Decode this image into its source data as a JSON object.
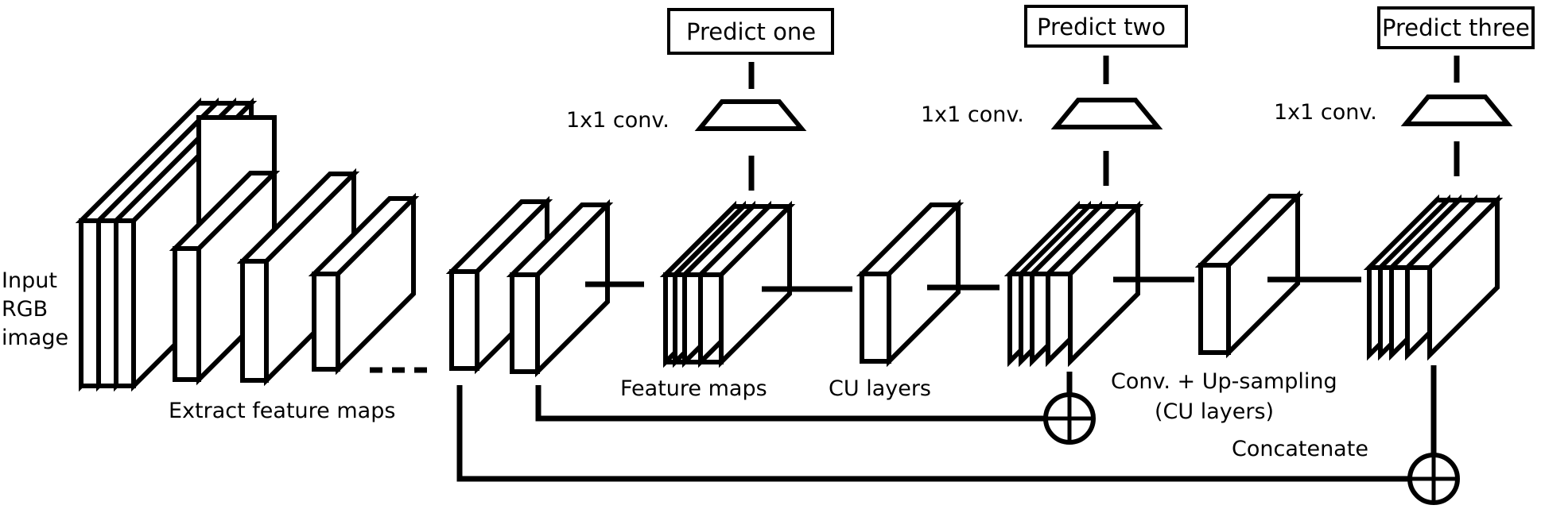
{
  "labels": {
    "input": [
      "Input",
      "RGB",
      "image"
    ],
    "extract": "Extract feature maps",
    "feature_maps": "Feature maps",
    "cu_layers": "CU layers",
    "conv_up": [
      "Conv. + Up-sampling",
      "(CU layers)"
    ],
    "concatenate": "Concatenate",
    "predict_one": "Predict one",
    "predict_two": "Predict two",
    "predict_three": "Predict three",
    "conv1": "1x1 conv.",
    "conv2": "1x1 conv.",
    "conv3": "1x1 conv."
  }
}
